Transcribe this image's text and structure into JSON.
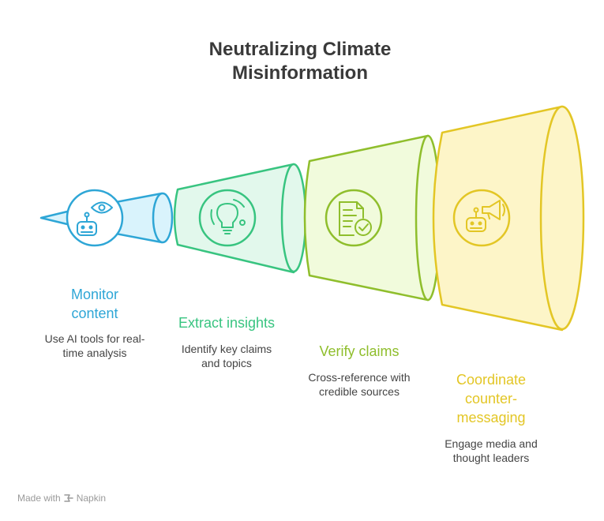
{
  "title": "Neutralizing Climate\nMisinformation",
  "stages": [
    {
      "heading": "Monitor\ncontent",
      "description": "Use AI tools for real-\ntime analysis",
      "color": "#2ea6d6",
      "fill": "#d9f3fc",
      "icon": "robot-eye-icon"
    },
    {
      "heading": "Extract insights",
      "description": "Identify key claims\nand topics",
      "color": "#38c480",
      "fill": "#e2f8ec",
      "icon": "lightbulb-icon"
    },
    {
      "heading": "Verify claims",
      "description": "Cross-reference with\ncredible sources",
      "color": "#8fbe2c",
      "fill": "#f1fbdc",
      "icon": "document-check-icon"
    },
    {
      "heading": "Coordinate\ncounter-\nmessaging",
      "description": "Engage media and\nthought leaders",
      "color": "#e3c625",
      "fill": "#fdf5c8",
      "icon": "robot-megaphone-icon"
    }
  ],
  "footer": {
    "made_with": "Made with",
    "brand": "Napkin"
  }
}
